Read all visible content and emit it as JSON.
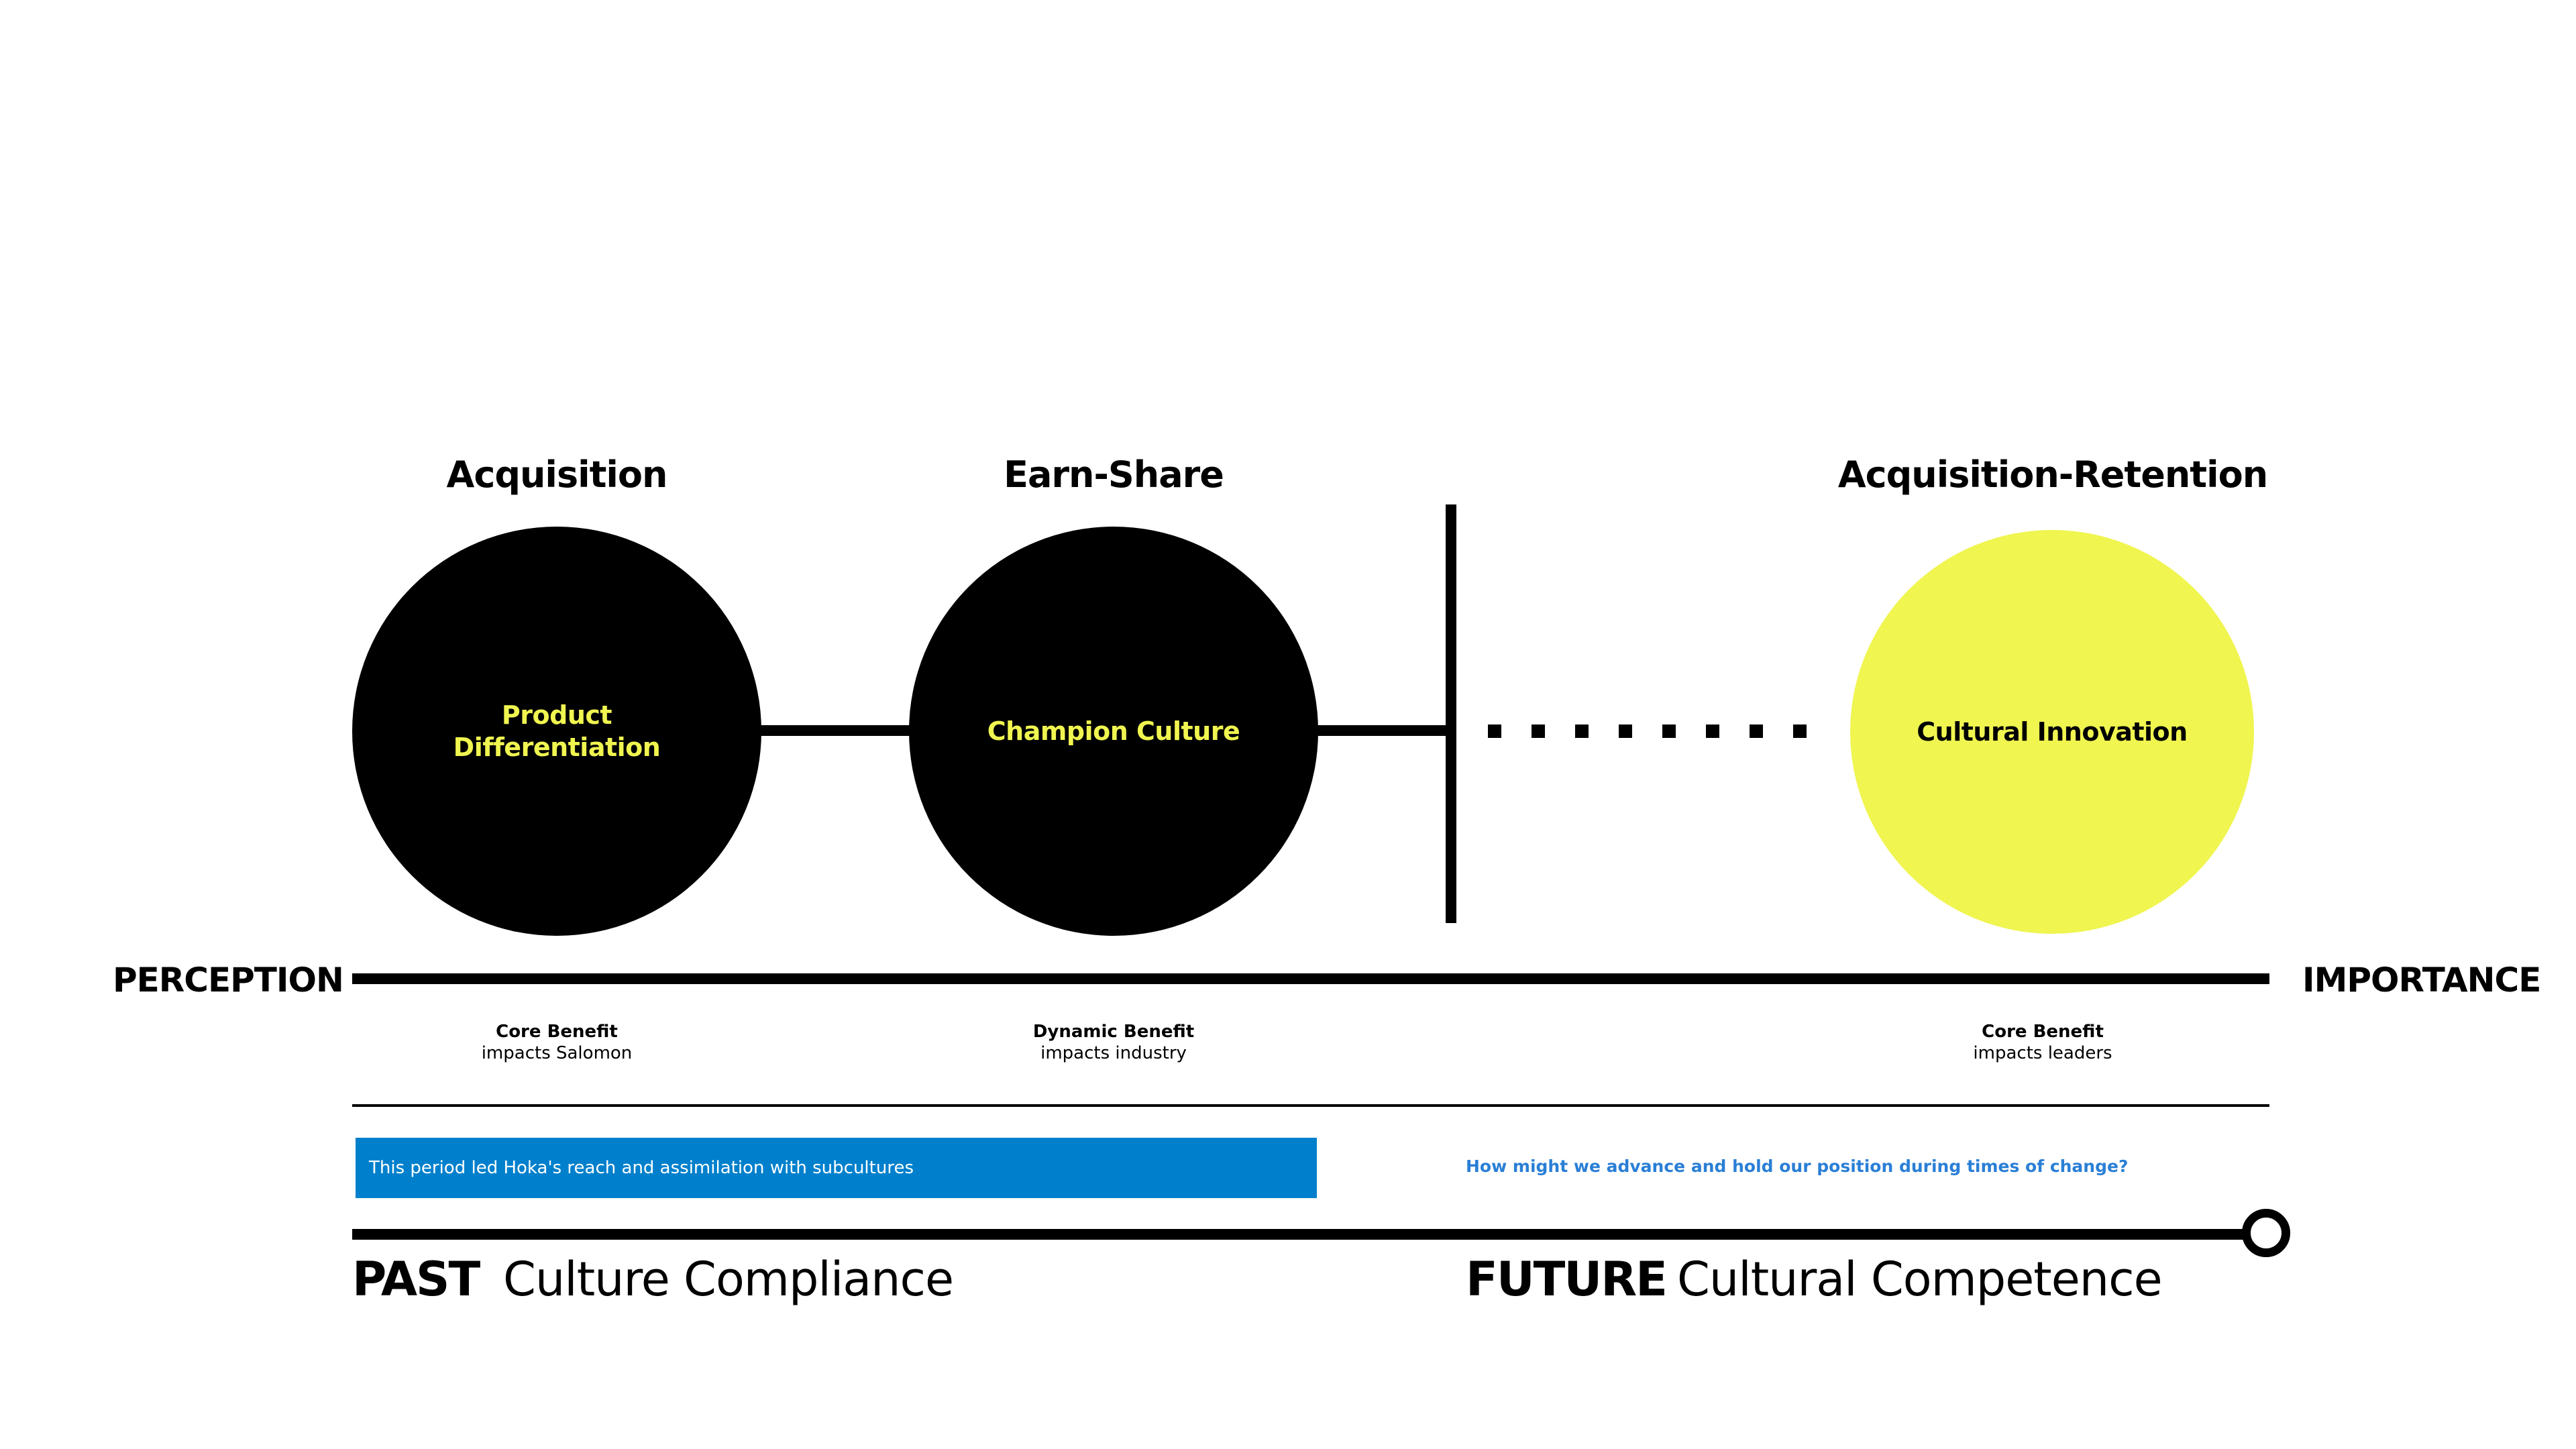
{
  "stages": {
    "acquisition": {
      "heading": "Acquisition",
      "circle_label_line1": "Product",
      "circle_label_line2": "Differentiation",
      "benefit_title": "Core Benefit",
      "benefit_sub": "impacts Salomon"
    },
    "earn_share": {
      "heading": "Earn-Share",
      "circle_label": "Champion Culture",
      "benefit_title": "Dynamic Benefit",
      "benefit_sub": "impacts industry"
    },
    "acquisition_retention": {
      "heading": "Acquisition-Retention",
      "circle_label": "Cultural Innovation",
      "benefit_title": "Core Benefit",
      "benefit_sub": "impacts leaders"
    }
  },
  "axis": {
    "left_label": "PERCEPTION",
    "right_label": "IMPORTANCE"
  },
  "notes": {
    "past_note": "This period led Hoka's reach and assimilation with subcultures",
    "future_question": "How might we advance and hold our position during times of change?"
  },
  "timeline": {
    "past_label": "PAST",
    "past_title": "Culture Compliance",
    "future_label": "FUTURE",
    "future_title": "Cultural Competence"
  },
  "colors": {
    "dark_circle": "#000000",
    "highlight_yellow": "#f0f550",
    "note_blue": "#0080cc",
    "question_blue": "#2a7fd6"
  }
}
